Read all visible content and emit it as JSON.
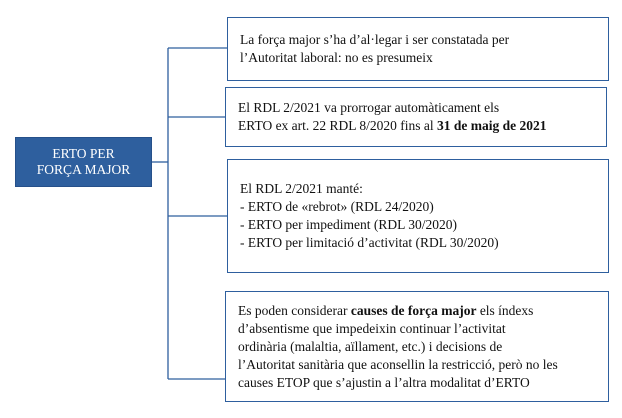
{
  "root": {
    "line1": "ERTO PER",
    "line2": "FORÇA MAJOR",
    "fill": "#2e5f9e"
  },
  "box1": {
    "line1": "La força major s’ha d’al·legar i ser constatada per",
    "line2": "l’Autoritat laboral: no es presumeix"
  },
  "box2": {
    "line1": "El RDL 2/2021 va prorrogar automàticament els",
    "line2": "ERTO ex art. 22 RDL 8/2020 fins al",
    "line2_bold": "31 de maig de 2021"
  },
  "box3": {
    "heading": "El RDL 2/2021 manté:",
    "items": [
      "- ERTO de «rebrot» (RDL 24/2020)",
      "- ERTO per impediment (RDL 30/2020)",
      "- ERTO per limitació d’activitat (RDL 30/2020)"
    ]
  },
  "box4": {
    "line1_pre": "Es poden considerar",
    "line1_bold": "causes de força major",
    "line1_post": "els índexs",
    "line2": "d’absentisme que impedeixin continuar l’activitat",
    "line3": "ordinària (malaltia, aïllament, etc.) i decisions de",
    "line4": "l’Autoritat sanitària que aconsellin la restricció, però no les",
    "line5": "causes ETOP que s’ajustin a l’altra modalitat d’ERTO"
  },
  "colors": {
    "border": "#2e5f9e",
    "connector": "#2e5f9e"
  }
}
